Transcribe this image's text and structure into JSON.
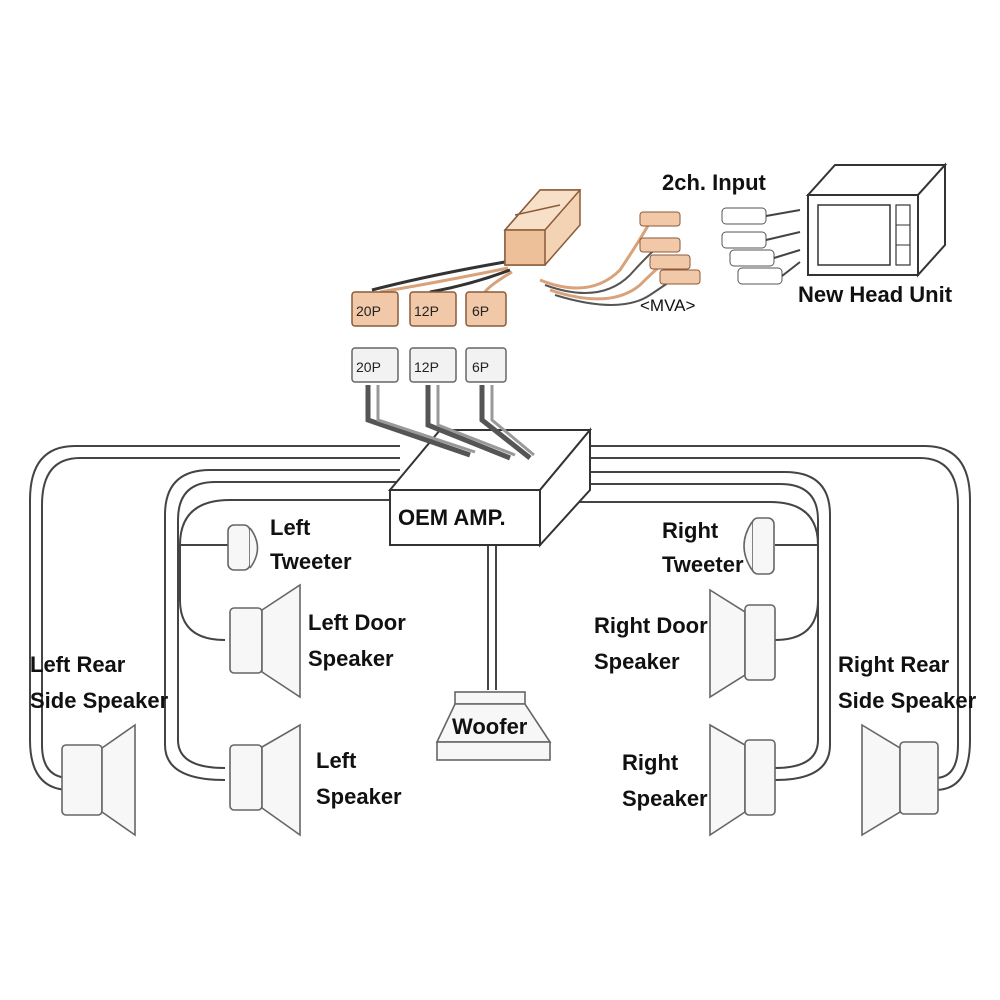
{
  "head_unit": {
    "input_label": "2ch. Input",
    "label": "New Head Unit"
  },
  "mva": {
    "label": "<MVA>",
    "connectors_top": [
      "20P",
      "12P",
      "6P"
    ],
    "connectors_bottom": [
      "20P",
      "12P",
      "6P"
    ]
  },
  "oem_amp": {
    "label": "OEM AMP."
  },
  "speakers": {
    "left_tweeter": [
      "Left",
      "Tweeter"
    ],
    "left_door": [
      "Left Door",
      "Speaker"
    ],
    "left_rear_side": [
      "Left Rear",
      "Side Speaker"
    ],
    "left": [
      "Left",
      "Speaker"
    ],
    "right_tweeter": [
      "Right",
      "Tweeter"
    ],
    "right_door": [
      "Right Door",
      "Speaker"
    ],
    "right_rear_side": [
      "Right Rear",
      "Side Speaker"
    ],
    "right": [
      "Right",
      "Speaker"
    ],
    "woofer": "Woofer"
  },
  "colors": {
    "mva_box": "#f4d2b4",
    "connector_top": "#f1c9a8",
    "wire": "#444444"
  }
}
